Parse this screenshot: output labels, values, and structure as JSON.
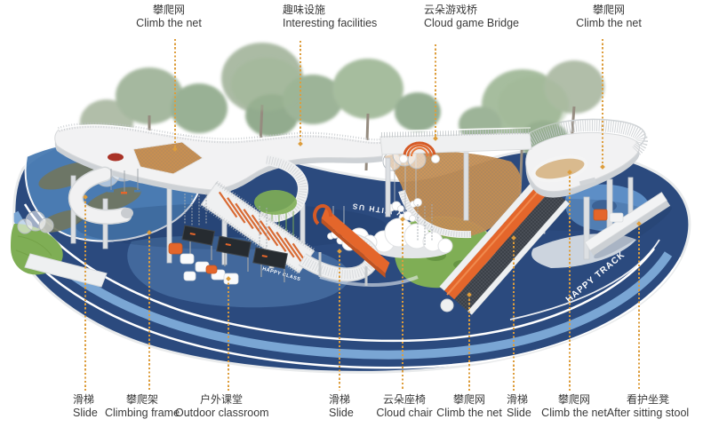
{
  "annotations": {
    "top": [
      {
        "zh": "攀爬网",
        "en": "Climb the net"
      },
      {
        "zh": "趣味设施",
        "en": "Interesting facilities"
      },
      {
        "zh": "云朵游戏桥",
        "en": "Cloud game Bridge"
      },
      {
        "zh": "攀爬网",
        "en": "Climb the net"
      }
    ],
    "bottom": [
      {
        "zh": "滑梯",
        "en": "Slide"
      },
      {
        "zh": "攀爬架",
        "en": "Climbing frame"
      },
      {
        "zh": "户外课堂",
        "en": "Outdoor classroom"
      },
      {
        "zh": "滑梯",
        "en": "Slide"
      },
      {
        "zh": "云朵座椅",
        "en": "Cloud chair"
      },
      {
        "zh": "攀爬网",
        "en": "Climb the net"
      },
      {
        "zh": "滑梯",
        "en": "Slide"
      },
      {
        "zh": "攀爬网",
        "en": "Climb the net"
      },
      {
        "zh": "看护坐凳",
        "en": "After sitting stool"
      }
    ]
  },
  "scene": {
    "ground_texts": {
      "happy_class": "HAPPY CLASS",
      "play_with_us": "PLAY WITH US",
      "happy_track": "HAPPY TRACK"
    },
    "colors": {
      "ground_navy": "#2b4a7e",
      "track_blue": "#7aa6d4",
      "playfield_blue": "#4c7db4",
      "pond_blue": "#5d8ec6",
      "structure": "#f2f2f3",
      "slide_orange": "#e4662b",
      "wood": "#c78f52",
      "lawn": "#7fae55",
      "tree": "#9db694",
      "net": "#3c4148",
      "leader": "#dd9d3c",
      "label": "#3a3a3a"
    }
  }
}
